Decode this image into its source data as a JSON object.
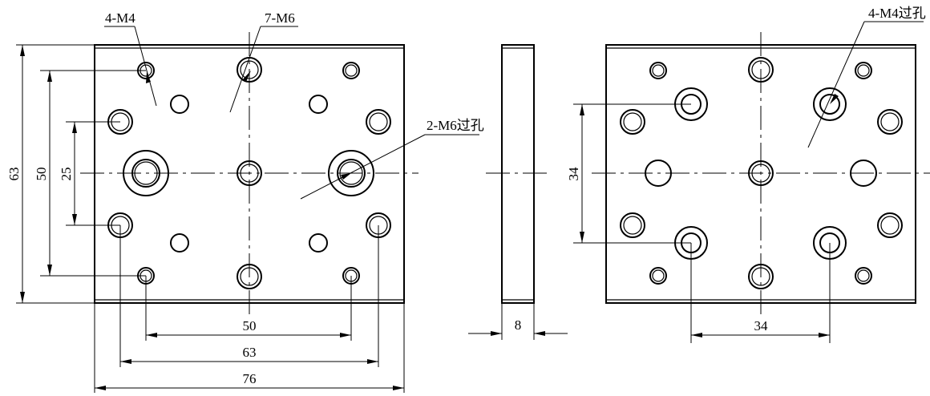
{
  "drawing": {
    "front_view": {
      "hole_callouts": [
        "4-M4",
        "7-M6",
        "2-M6过孔"
      ],
      "dims": {
        "overall_height": "63",
        "mid_height": "50",
        "inner_height": "25",
        "width_50": "50",
        "width_63": "63",
        "width_76": "76"
      }
    },
    "side_view": {
      "thickness": "8"
    },
    "right_view": {
      "hole_callouts": [
        "4-M4过孔"
      ],
      "dims": {
        "vertical": "34",
        "horizontal": "34"
      }
    }
  }
}
